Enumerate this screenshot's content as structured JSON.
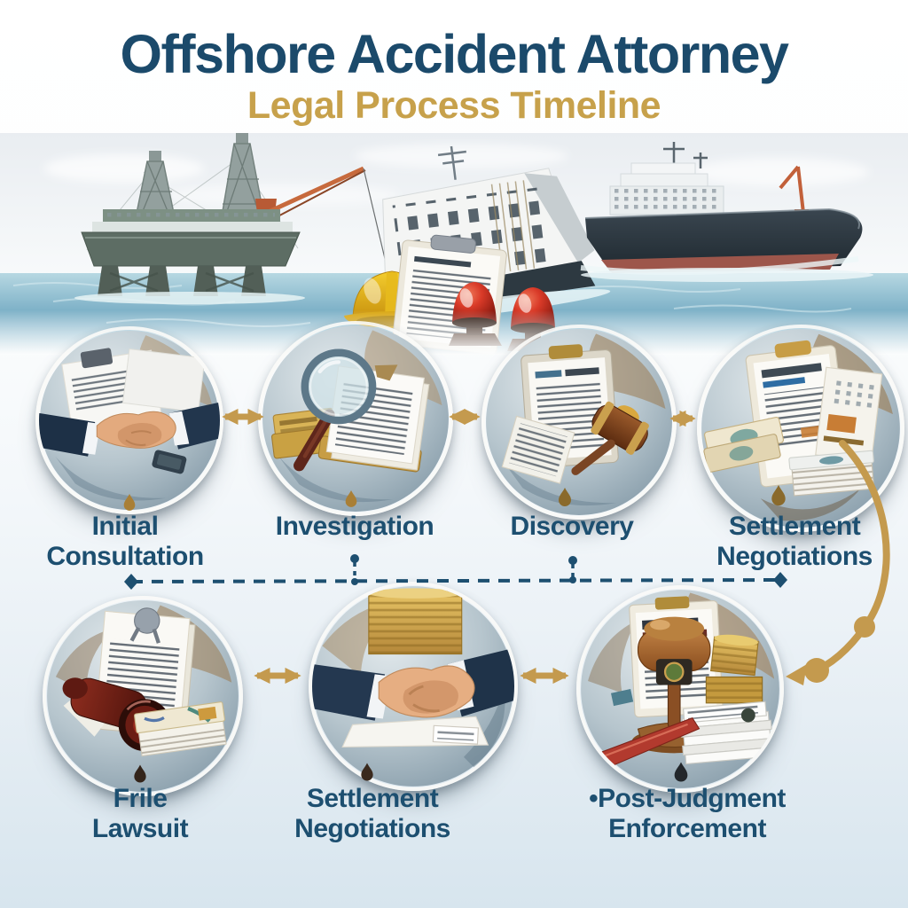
{
  "header": {
    "title": "Offshore Accident Attorney",
    "subtitle": "Legal Process Timeline"
  },
  "colors": {
    "title": "#1b4a6b",
    "subtitle": "#c7a14b",
    "label": "#1d4f70",
    "gold": "#c49a4e",
    "navy": "#1d4f70"
  },
  "scene": {
    "elements": [
      "offshore-oil-rig",
      "capsized-ship",
      "cargo-ship",
      "safety-hard-hat",
      "accident-report-clipboard",
      "red-marine-buoys",
      "ocean-horizon"
    ]
  },
  "steps": {
    "row1": [
      {
        "id": "initial-consultation",
        "line1": "Initial",
        "line2": "Consultation",
        "icon": "handshake-icon"
      },
      {
        "id": "investigation",
        "line1": "Investigation",
        "line2": "",
        "icon": "magnifier-documents-icon"
      },
      {
        "id": "discovery",
        "line1": "Discovery",
        "line2": "",
        "icon": "clipboard-gavel-icon"
      },
      {
        "id": "settlement-negotiations",
        "line1": "Settlement",
        "line2": "Negotiations",
        "icon": "documents-cash-icon"
      }
    ],
    "row2": [
      {
        "id": "file-lawsuit",
        "line1": "Frile",
        "line2": "Lawsuit",
        "icon": "gavel-banknotes-icon"
      },
      {
        "id": "settlement-negotiations-2",
        "line1": "Settlement",
        "line2": "Negotiations",
        "icon": "handshake-cash-icon"
      },
      {
        "id": "post-judgment-enforcement",
        "line1": "•Post-Judgment",
        "line2": "Enforcement",
        "icon": "standing-gavel-documents-icon"
      }
    ]
  }
}
